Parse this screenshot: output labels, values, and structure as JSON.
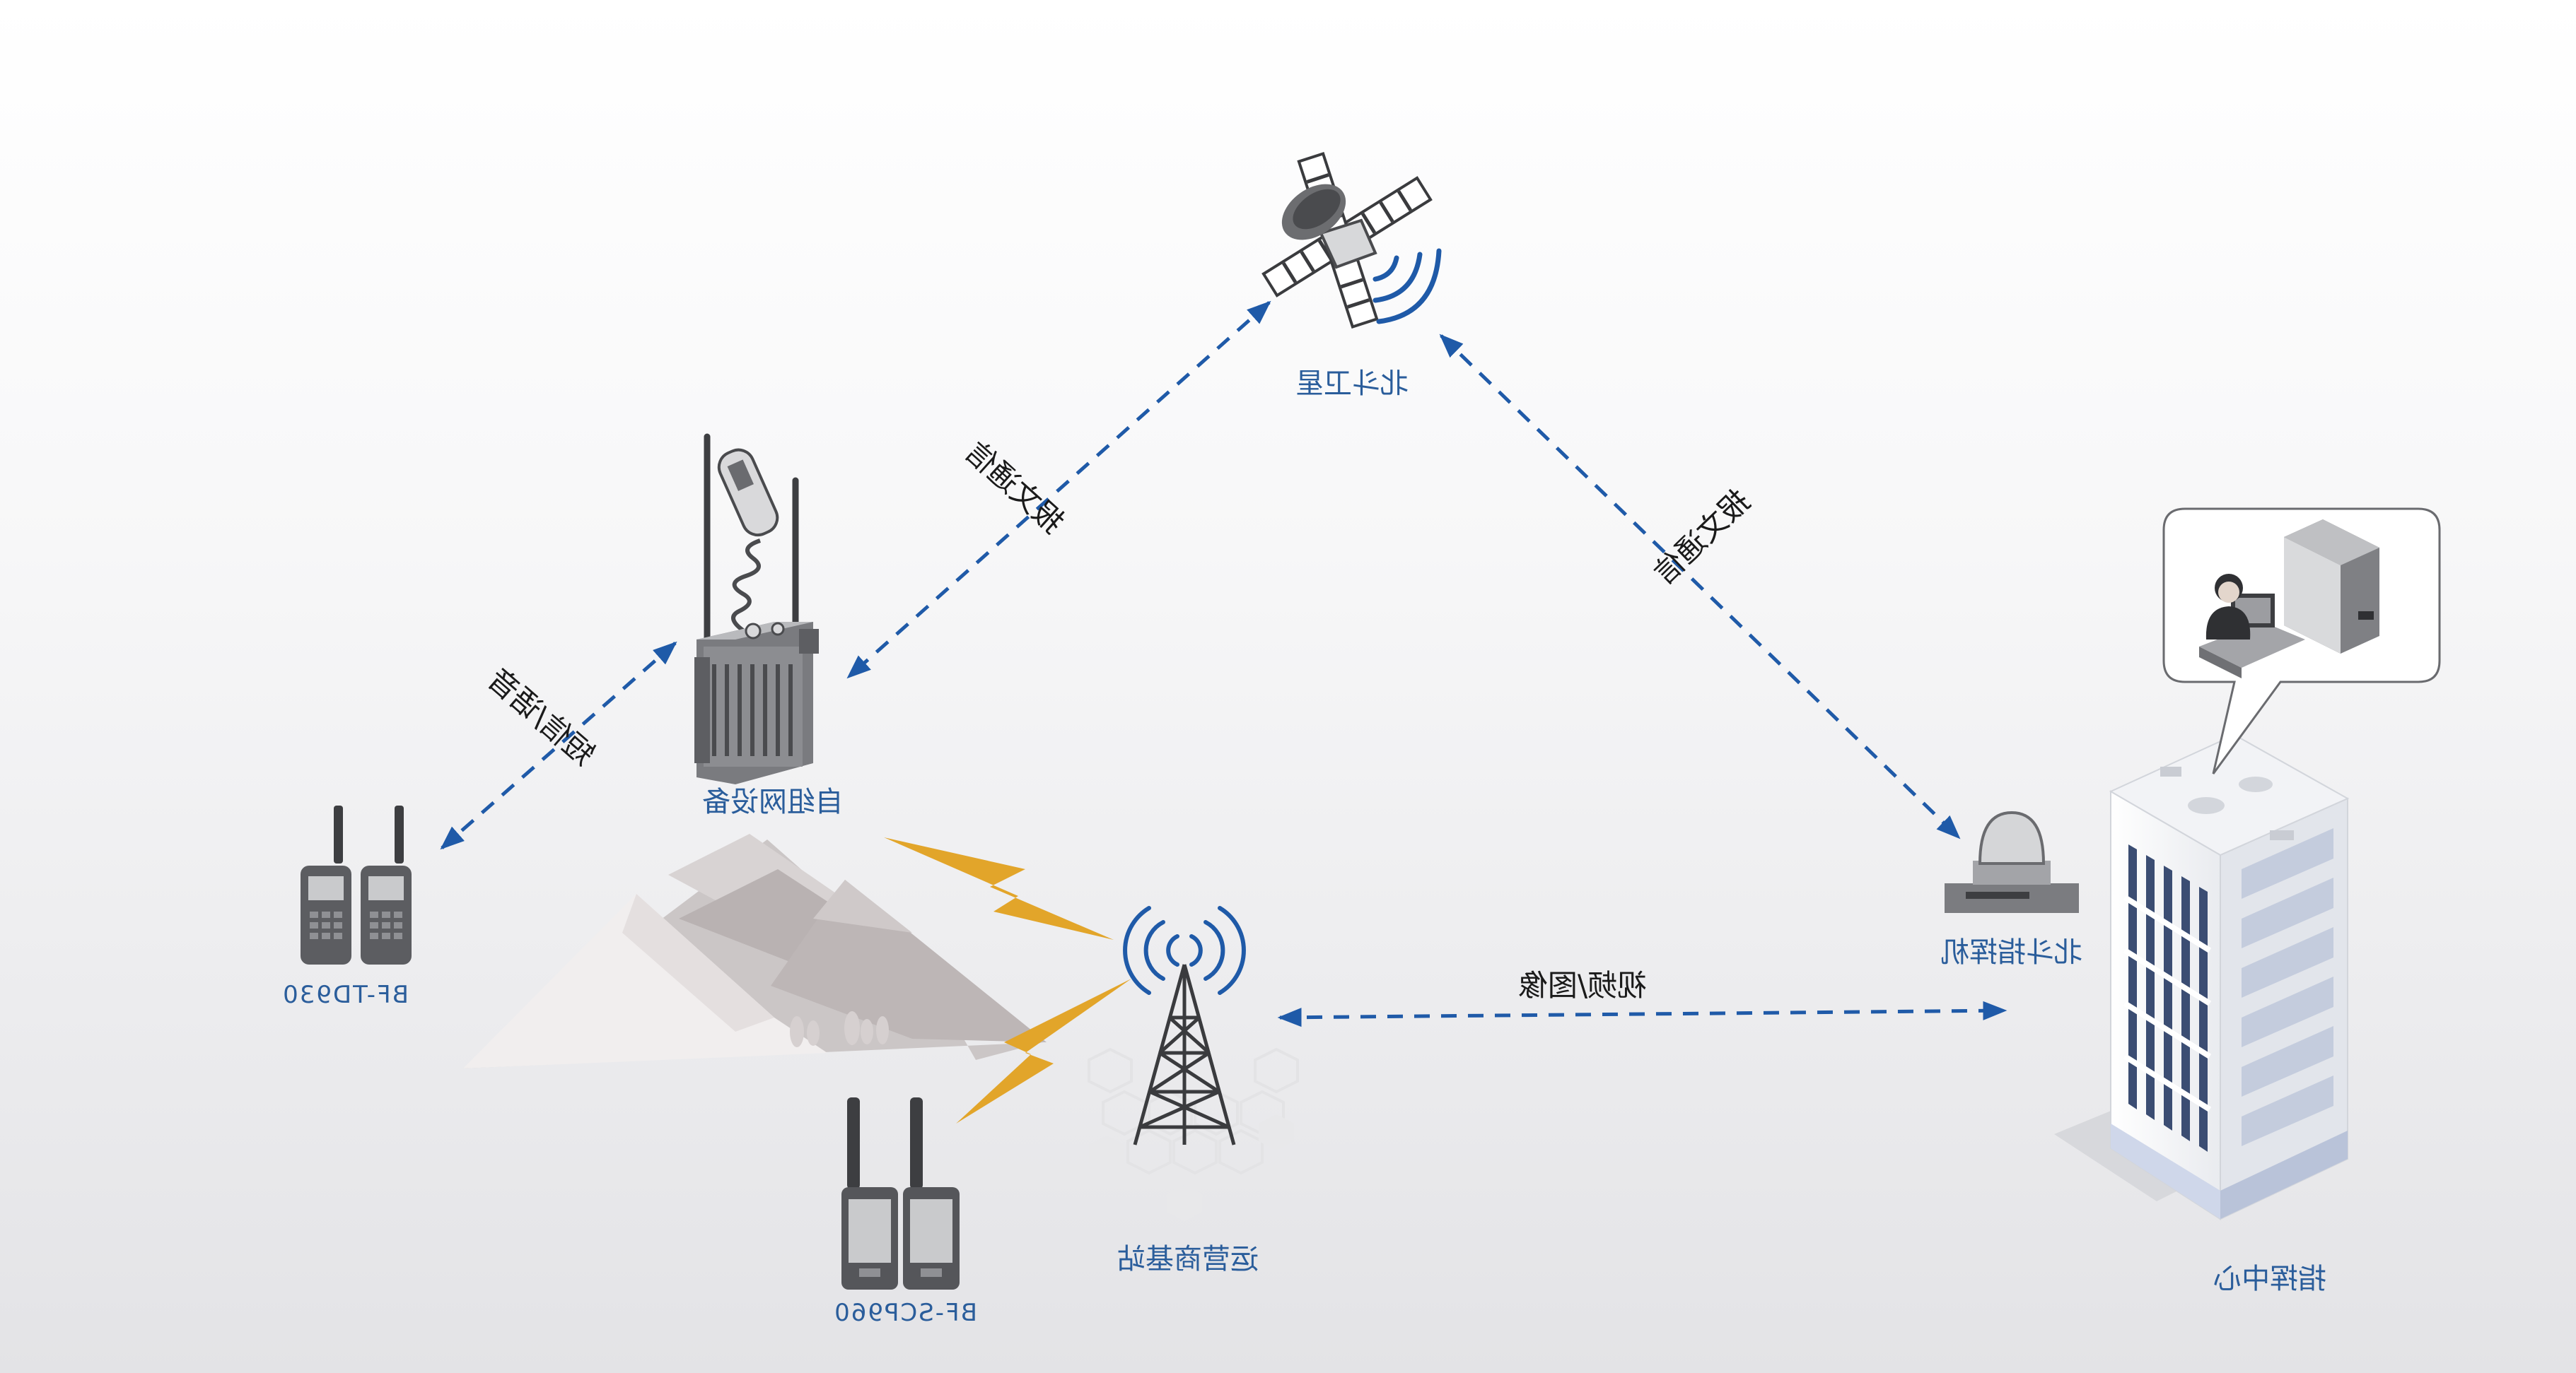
{
  "colors": {
    "accent_blue": "#1f5aa8",
    "label_blue": "#2a5d9b",
    "lightning_gold": "#e2a52a",
    "mountain_gray": "#bcb6b6",
    "equipment_gray": "#6e6f72",
    "building_blue": "#3b4d73"
  },
  "nodes": {
    "satellite": {
      "label": "北斗卫星",
      "icon": "satellite-icon"
    },
    "adhoc_device": {
      "label": "自组网设备",
      "icon": "manpack-radio-icon"
    },
    "walkie_talkie_1": {
      "label": "BF-TD930",
      "icon": "walkie-talkie-icon"
    },
    "base_station": {
      "label": "运营商基站",
      "icon": "cell-tower-icon"
    },
    "walkie_talkie_2": {
      "label": "BF-SCP960",
      "icon": "walkie-talkie-icon"
    },
    "beidou_commander": {
      "label": "北斗指挥机",
      "icon": "beidou-terminal-icon"
    },
    "command_center": {
      "label": "指挥中心",
      "icon": "building-icon"
    }
  },
  "links": {
    "adhoc_satellite": "报文通信",
    "satellite_commander": "报文通信",
    "walkie_adhoc": "短信/语音",
    "tower_commander": "视频/图像"
  }
}
